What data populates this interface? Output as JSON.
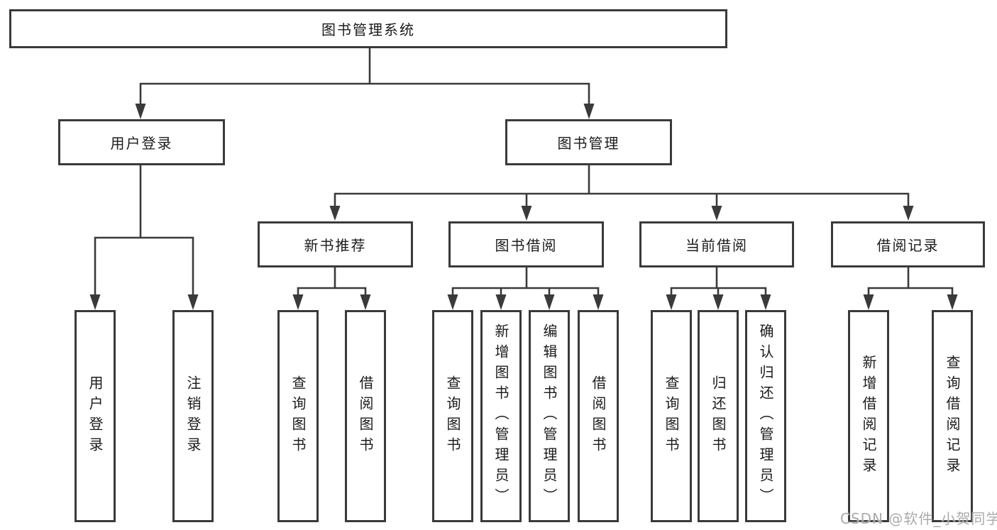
{
  "tree": {
    "root": "图书管理系统",
    "branches": [
      {
        "label": "用户登录",
        "children": [
          "用户登录",
          "注销登录"
        ]
      },
      {
        "label": "图书管理",
        "children": [
          {
            "label": "新书推荐",
            "children": [
              "查询图书",
              "借阅图书"
            ]
          },
          {
            "label": "图书借阅",
            "children": [
              "查询图书",
              "新增图书（管理员）",
              "编辑图书（管理员）",
              "借阅图书"
            ]
          },
          {
            "label": "当前借阅",
            "children": [
              "查询图书",
              "归还图书",
              "确认归还（管理员）"
            ]
          },
          {
            "label": "借阅记录",
            "children": [
              "新增借阅记录",
              "查询借阅记录"
            ]
          }
        ]
      }
    ]
  },
  "watermark": "CSDN @软件_小贺同学",
  "colors": {
    "line": "#3a3a3a",
    "box_border": "#3a3a3a",
    "text": "#1b1b1b",
    "background": "#ffffff",
    "watermark": "#a4a4a4"
  }
}
